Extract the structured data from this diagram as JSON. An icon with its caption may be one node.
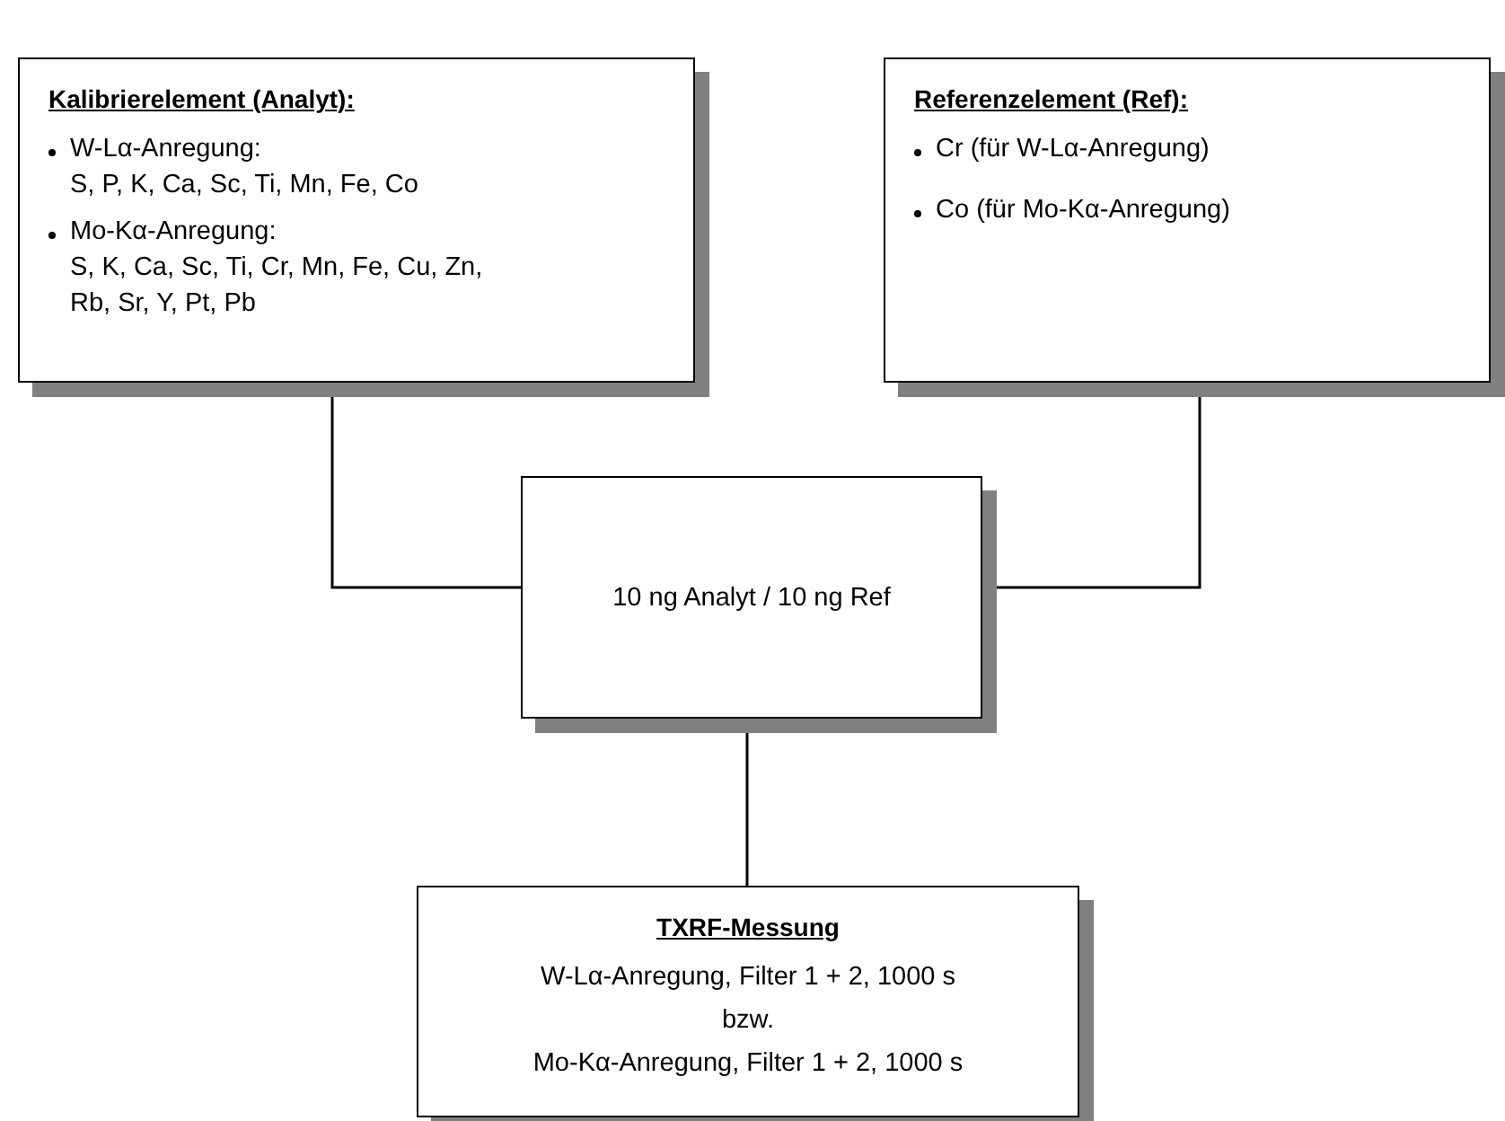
{
  "diagram": {
    "nodes": [
      {
        "text": [
          "Kalibrierelement (Analyt):",
          "W-Lα-Anregung:",
          "S, P, K, Ca, Sc, Ti, Mn, Fe, Co",
          "Mo-Kα-Anregung:",
          "S, K, Ca, Sc, Ti, Cr, Mn, Fe, Cu, Zn, Rb, Sr, Y, Pt, Pb"
        ]
      },
      {
        "text": [
          "Referenzelement (Ref):",
          "Cr (für W-Lα-Anregung)",
          "Co (für Mo-Kα-Anregung)"
        ]
      },
      {
        "text": [
          "10 ng Analyt / 10 ng Ref"
        ]
      },
      {
        "text": [
          "TXRF-Messung",
          "W-Lα-Anregung, Filter 1 + 2, 1000 s",
          "bzw.",
          "Mo-Kα-Anregung, Filter 1 + 2, 1000 s"
        ]
      }
    ],
    "edges": [
      {
        "from": 0,
        "to": 2,
        "arrow": "none"
      },
      {
        "from": 1,
        "to": 2,
        "arrow": "none"
      },
      {
        "from": 2,
        "to": 3,
        "arrow": "none"
      }
    ]
  }
}
